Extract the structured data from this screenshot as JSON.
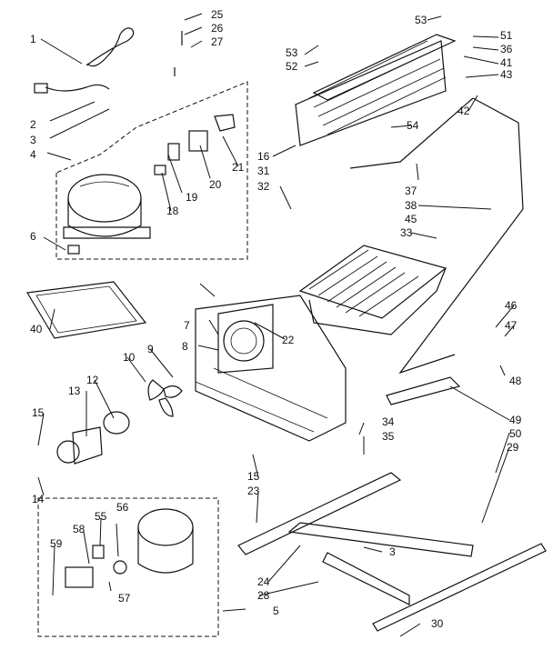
{
  "diagram": {
    "labels": [
      "1",
      "2",
      "3",
      "4",
      "5",
      "6",
      "7",
      "8",
      "9",
      "10",
      "12",
      "13",
      "14",
      "15",
      "15",
      "16",
      "18",
      "19",
      "20",
      "21",
      "22",
      "23",
      "24",
      "25",
      "26",
      "27",
      "28",
      "29",
      "30",
      "31",
      "32",
      "33",
      "34",
      "35",
      "36",
      "37",
      "38",
      "3",
      "40",
      "41",
      "42",
      "43",
      "45",
      "46",
      "47",
      "48",
      "49",
      "50",
      "51",
      "52",
      "53",
      "53",
      "54",
      "55",
      "56",
      "57",
      "58",
      "59"
    ]
  }
}
